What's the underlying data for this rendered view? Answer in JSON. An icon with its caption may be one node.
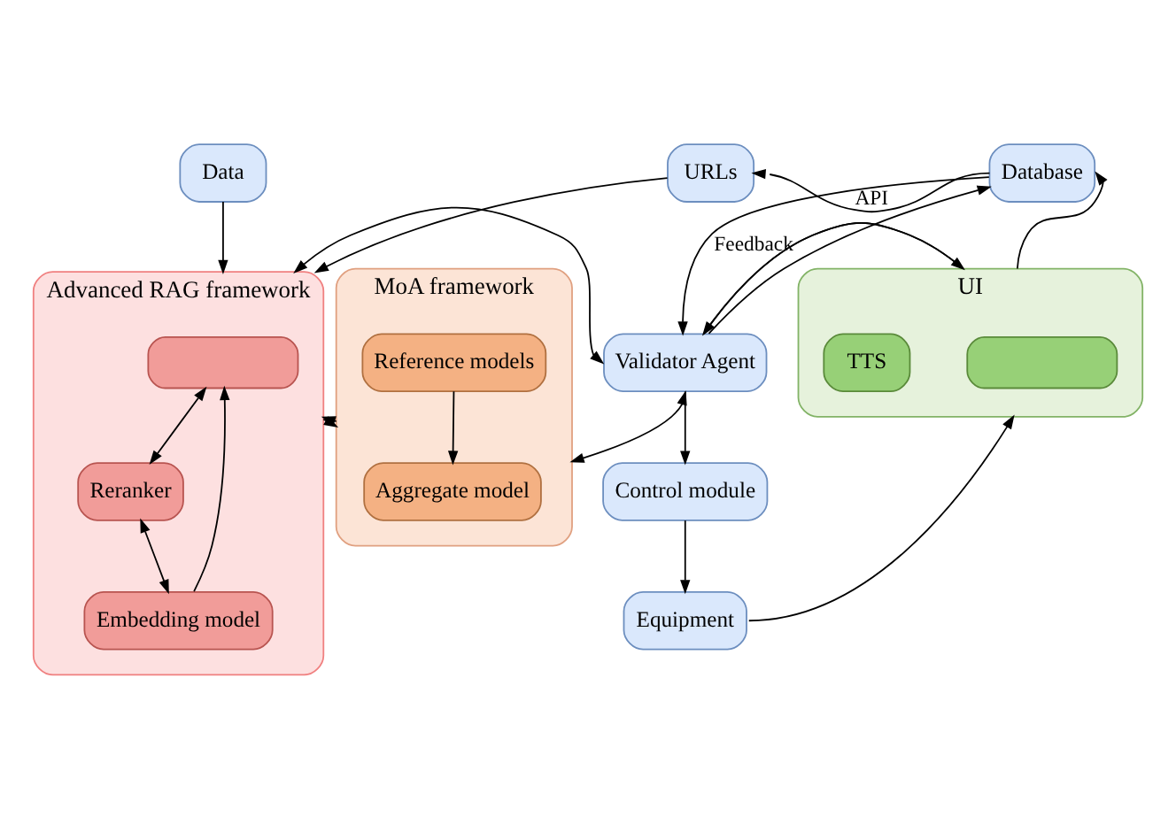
{
  "diagram": {
    "nodes": [
      {
        "text": [
          "Data"
        ]
      },
      {
        "text": [
          "URLs"
        ]
      },
      {
        "text": [
          "Database"
        ]
      },
      {
        "text": [
          "Advanced RAG framework"
        ]
      },
      {
        "text": [],
        "shape": "box",
        "in": 3
      },
      {
        "text": [
          "Reranker"
        ],
        "in": 3
      },
      {
        "text": [
          "Embedding model"
        ],
        "in": 3
      },
      {
        "text": [
          "UI"
        ]
      },
      {
        "text": [],
        "shape": "box",
        "in": 7
      },
      {
        "text": [
          "TTS"
        ],
        "in": 7
      },
      {
        "text": [
          "Validator Agent"
        ]
      },
      {
        "text": [
          "Control module"
        ]
      },
      {
        "text": [
          "Equipment"
        ]
      },
      {
        "text": [
          "MoA framework"
        ]
      },
      {
        "text": [
          "Aggregate model"
        ],
        "in": 13
      },
      {
        "text": [
          "Reference models"
        ],
        "in": 13
      }
    ],
    "edges": [
      {
        "from": 0,
        "to": 3,
        "arrow": "to"
      },
      {
        "from": 1,
        "to": 3,
        "arrow": "to"
      },
      {
        "from": 2,
        "to": 1,
        "arrow": "to",
        "label": "API"
      },
      {
        "from": 10,
        "to": 2,
        "arrow": "to"
      },
      {
        "from": 2,
        "to": 10,
        "arrow": "to",
        "label": "Feedback"
      },
      {
        "from": 7,
        "to": 2,
        "arrow": "to"
      },
      {
        "from": 4,
        "to": 5,
        "arrow": "both"
      },
      {
        "from": 6,
        "to": 4,
        "arrow": "to"
      },
      {
        "from": 5,
        "to": 6,
        "arrow": "both"
      },
      {
        "from": 3,
        "to": 10,
        "arrow": "both"
      },
      {
        "from": 10,
        "to": 7,
        "arrow": "to"
      },
      {
        "from": 7,
        "to": 10,
        "arrow": "to"
      },
      {
        "from": 10,
        "to": 11,
        "arrow": "to"
      },
      {
        "from": 11,
        "to": 12,
        "arrow": "to"
      },
      {
        "from": 12,
        "to": 7,
        "arrow": "to"
      },
      {
        "from": 3,
        "to": 13,
        "arrow": "to"
      },
      {
        "from": 13,
        "to": 3,
        "arrow": "to"
      },
      {
        "from": 13,
        "to": 10,
        "arrow": "both"
      },
      {
        "from": 15,
        "to": 14,
        "arrow": "to"
      }
    ]
  }
}
